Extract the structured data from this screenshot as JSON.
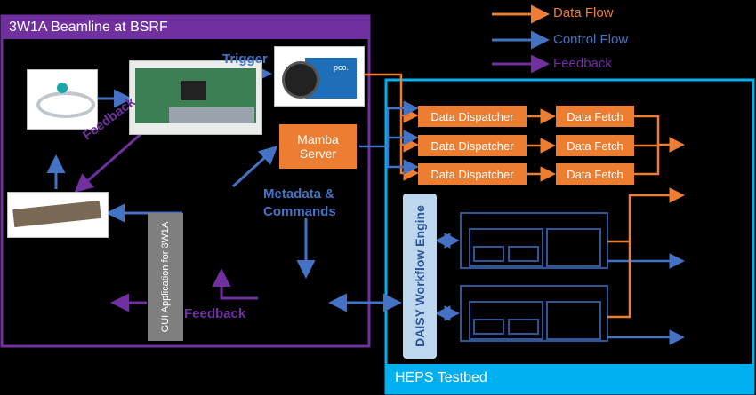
{
  "legend": {
    "data_flow": "Data Flow",
    "control_flow": "Control Flow",
    "feedback": "Feedback"
  },
  "beamline_panel": {
    "title": "3W1A Beamline at BSRF"
  },
  "testbed_panel": {
    "title": "HEPS Testbed"
  },
  "labels": {
    "trigger": "Trigger",
    "feedback_diag": "Feedback",
    "feedback_bottom": "Feedback",
    "metadata": "Metadata &",
    "commands": "Commands",
    "gui_app": "GUI Application for 3W1A",
    "daisy_engine": "DAISY Workflow Engine"
  },
  "mamba": {
    "line1": "Mamba",
    "line2": "Server"
  },
  "camera_badge": "pco.",
  "dispatchers": [
    "Data Dispatcher",
    "Data Dispatcher",
    "Data Dispatcher"
  ],
  "fetchers": [
    "Data Fetch",
    "Data Fetch",
    "Data Fetch"
  ],
  "colors": {
    "data_flow": "#ed7d31",
    "control_flow": "#4472c4",
    "feedback": "#7030a0",
    "testbed": "#00b0f0"
  }
}
